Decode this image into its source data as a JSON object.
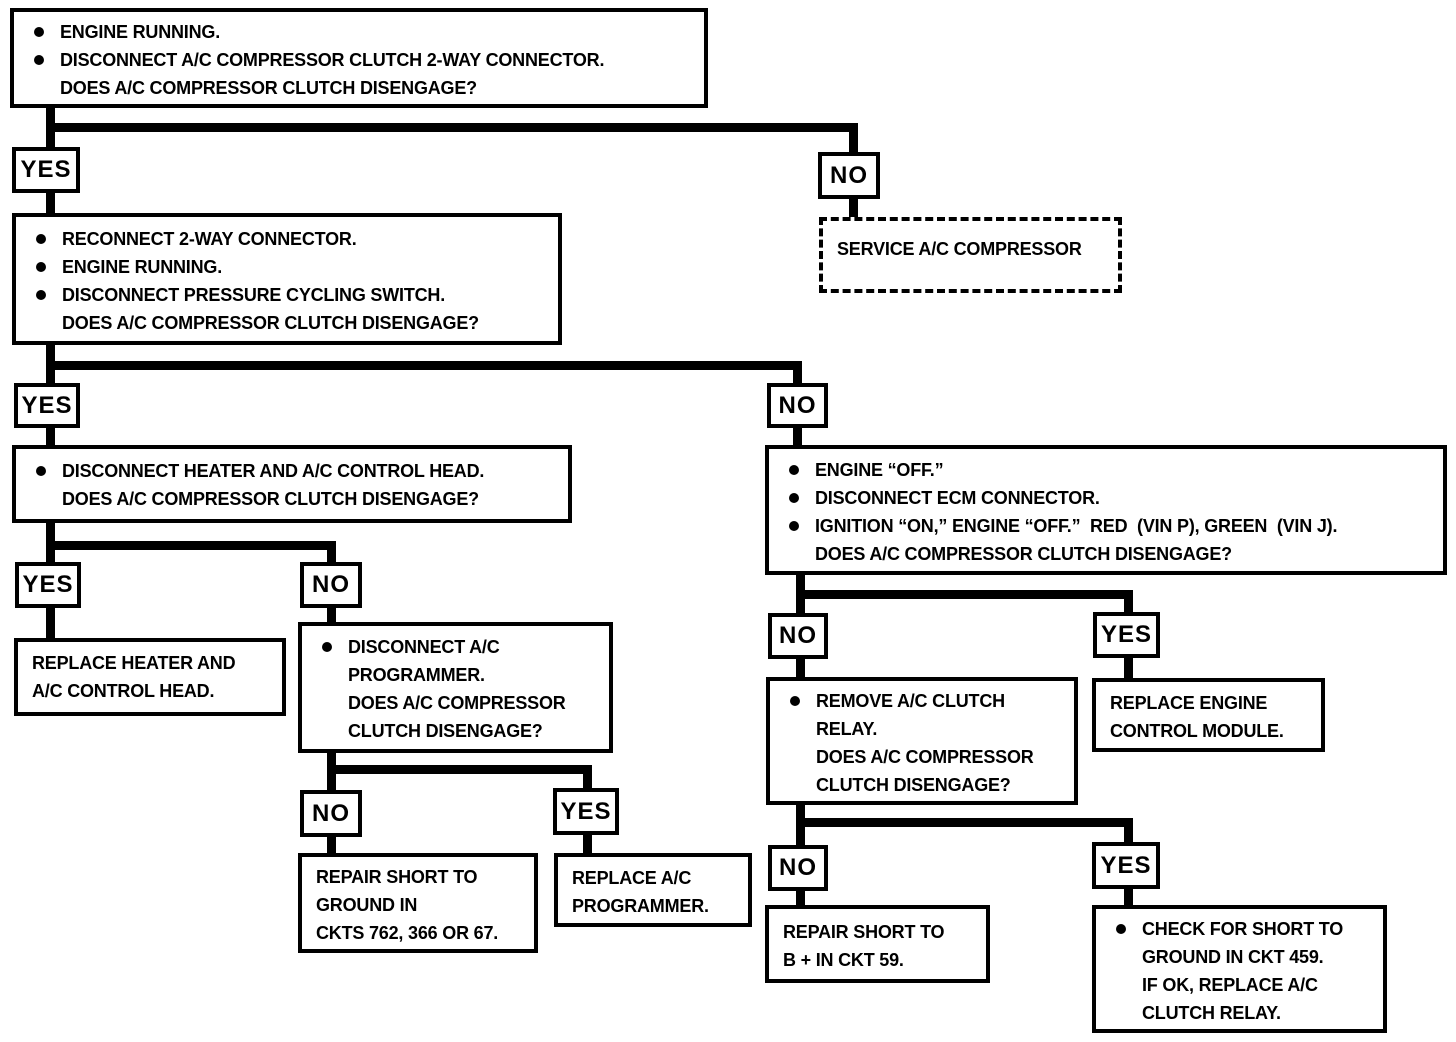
{
  "labels": {
    "yes": "YES",
    "no": "NO"
  },
  "boxes": {
    "q1": {
      "rows": [
        "ENGINE RUNNING.",
        "DISCONNECT A/C COMPRESSOR CLUTCH 2-WAY CONNECTOR.",
        "DOES A/C COMPRESSOR CLUTCH DISENGAGE?"
      ]
    },
    "service": {
      "rows": [
        "SERVICE A/C COMPRESSOR"
      ]
    },
    "q2": {
      "rows": [
        "RECONNECT 2-WAY CONNECTOR.",
        "ENGINE RUNNING.",
        "DISCONNECT PRESSURE CYCLING SWITCH.",
        "DOES A/C COMPRESSOR CLUTCH DISENGAGE?"
      ]
    },
    "q3": {
      "rows": [
        "DISCONNECT HEATER AND A/C CONTROL HEAD.",
        "DOES A/C COMPRESSOR CLUTCH DISENGAGE?"
      ]
    },
    "replace_head": {
      "rows": [
        "REPLACE HEATER AND",
        "A/C CONTROL HEAD."
      ]
    },
    "q4": {
      "rows": [
        "DISCONNECT A/C",
        "PROGRAMMER.",
        "DOES A/C COMPRESSOR",
        "CLUTCH DISENGAGE?"
      ]
    },
    "repair_ckts": {
      "rows": [
        "REPAIR SHORT TO",
        "GROUND IN",
        "CKTS 762, 366 OR 67."
      ]
    },
    "replace_programmer": {
      "rows": [
        "REPLACE A/C",
        "PROGRAMMER."
      ]
    },
    "q5": {
      "rows": [
        "ENGINE “OFF.”",
        "DISCONNECT ECM CONNECTOR.",
        "IGNITION “ON,” ENGINE “OFF.”  RED  (VIN P), GREEN  (VIN J).",
        "DOES A/C COMPRESSOR CLUTCH DISENGAGE?"
      ]
    },
    "q6": {
      "rows": [
        "REMOVE A/C CLUTCH",
        "RELAY.",
        "DOES A/C COMPRESSOR",
        "CLUTCH DISENGAGE?"
      ]
    },
    "replace_ecm": {
      "rows": [
        "REPLACE ENGINE",
        "CONTROL MODULE."
      ]
    },
    "repair_b59": {
      "rows": [
        "REPAIR SHORT TO",
        "B + IN CKT 59."
      ]
    },
    "check_459": {
      "rows": [
        "CHECK FOR SHORT TO",
        "GROUND IN CKT 459.",
        "IF OK, REPLACE A/C",
        "CLUTCH RELAY."
      ]
    }
  }
}
